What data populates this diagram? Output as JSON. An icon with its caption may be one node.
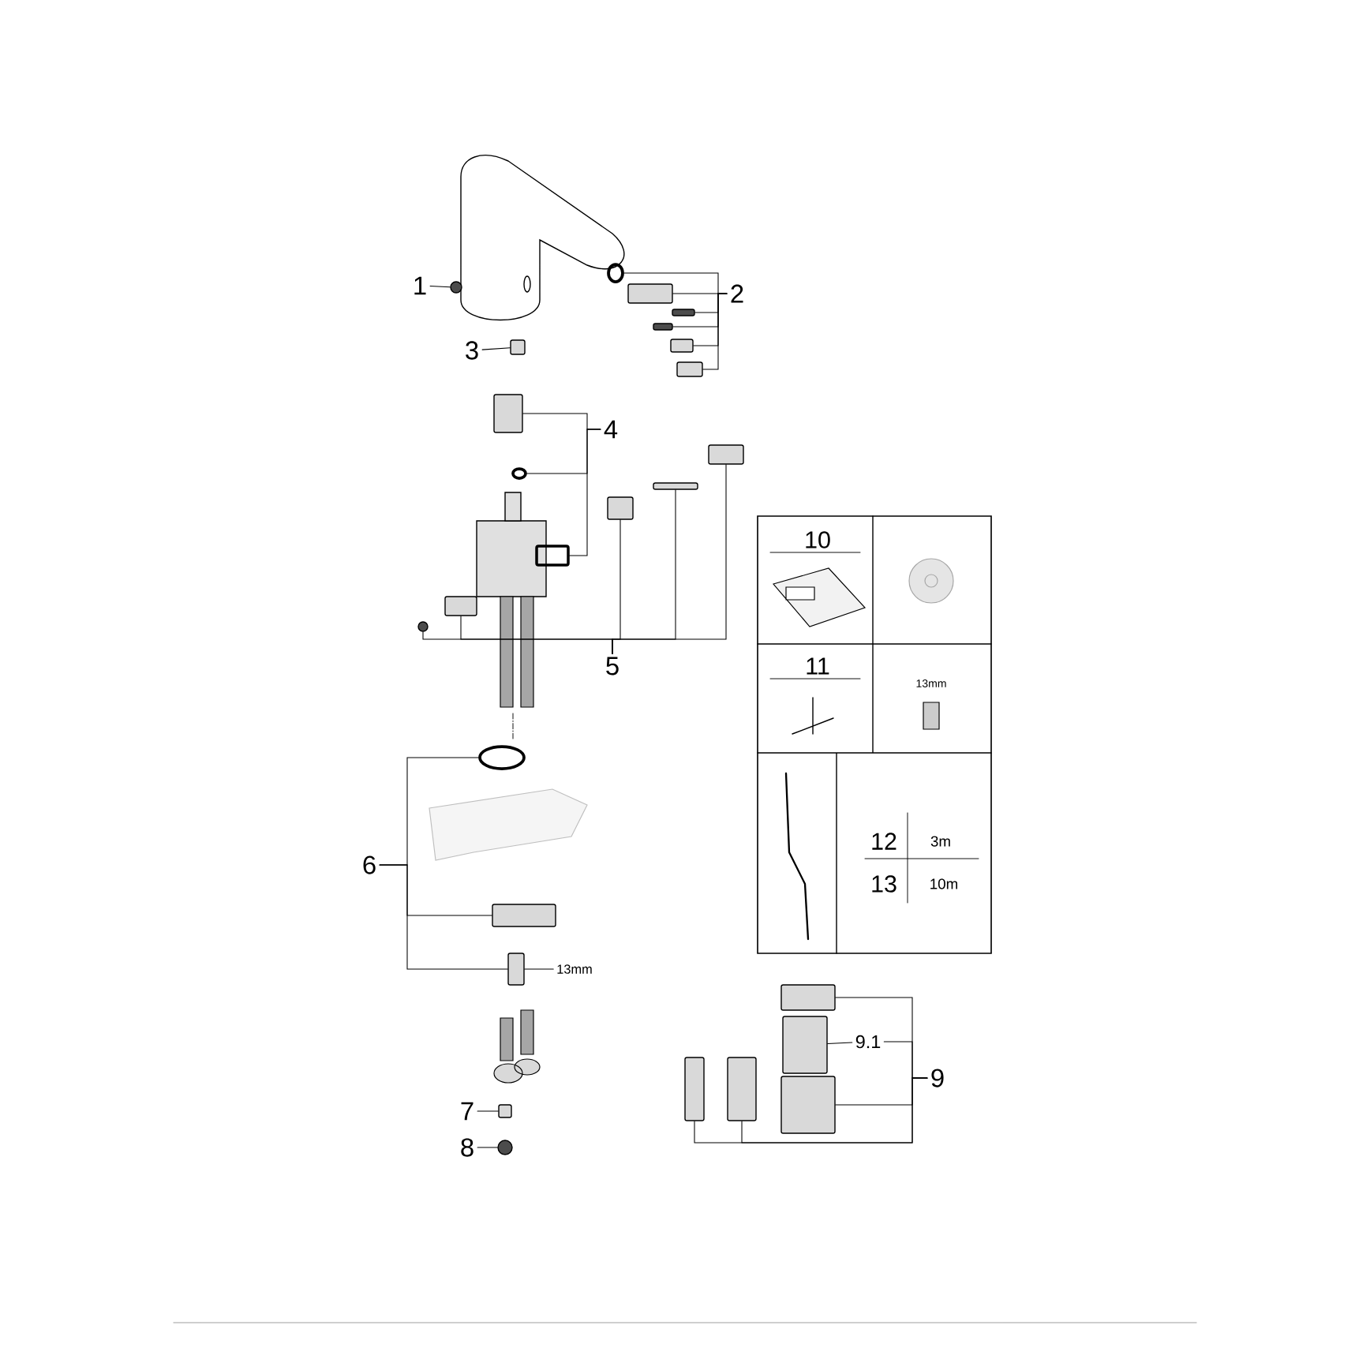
{
  "diagram": {
    "nodes": [
      {
        "text": [
          "1"
        ]
      },
      {
        "text": [],
        "shape": "circle"
      },
      {
        "text": [
          "2"
        ]
      },
      {
        "text": [],
        "shape": "circle"
      },
      {
        "text": [],
        "shape": "box"
      },
      {
        "text": [],
        "shape": "box"
      },
      {
        "text": [],
        "shape": "box"
      },
      {
        "text": [],
        "shape": "box"
      },
      {
        "text": [],
        "shape": "box"
      },
      {
        "text": [
          "3"
        ]
      },
      {
        "text": [],
        "shape": "box"
      },
      {
        "text": [
          "4"
        ]
      },
      {
        "text": [],
        "shape": "box"
      },
      {
        "text": [],
        "shape": "circle"
      },
      {
        "text": [],
        "shape": "box"
      },
      {
        "text": [
          "5"
        ]
      },
      {
        "text": [],
        "shape": "circle"
      },
      {
        "text": [],
        "shape": "box"
      },
      {
        "text": [],
        "shape": "box"
      },
      {
        "text": [],
        "shape": "box"
      },
      {
        "text": [],
        "shape": "box"
      },
      {
        "text": [
          "6"
        ]
      },
      {
        "text": [],
        "shape": "circle"
      },
      {
        "text": [],
        "shape": "box"
      },
      {
        "text": [],
        "shape": "box"
      },
      {
        "text": [
          "13mm"
        ]
      },
      {
        "text": [
          "7"
        ]
      },
      {
        "text": [],
        "shape": "box"
      },
      {
        "text": [
          "8"
        ]
      },
      {
        "text": [],
        "shape": "circle"
      },
      {
        "text": [
          "9"
        ]
      },
      {
        "text": [],
        "shape": "box"
      },
      {
        "text": [],
        "shape": "box"
      },
      {
        "text": [],
        "shape": "box"
      },
      {
        "text": [],
        "shape": "box"
      },
      {
        "text": [],
        "shape": "box"
      },
      {
        "text": [
          "9.1"
        ]
      }
    ],
    "edges": [
      {
        "from": 0,
        "to": 1,
        "arrow": "none"
      },
      {
        "from": 2,
        "to": 3,
        "arrow": "none"
      },
      {
        "from": 2,
        "to": 4,
        "arrow": "none"
      },
      {
        "from": 2,
        "to": 5,
        "arrow": "none"
      },
      {
        "from": 2,
        "to": 6,
        "arrow": "none"
      },
      {
        "from": 2,
        "to": 7,
        "arrow": "none"
      },
      {
        "from": 2,
        "to": 8,
        "arrow": "none"
      },
      {
        "from": 9,
        "to": 10,
        "arrow": "none"
      },
      {
        "from": 11,
        "to": 12,
        "arrow": "none"
      },
      {
        "from": 11,
        "to": 13,
        "arrow": "none"
      },
      {
        "from": 11,
        "to": 14,
        "arrow": "none"
      },
      {
        "from": 15,
        "to": 16,
        "arrow": "none"
      },
      {
        "from": 15,
        "to": 17,
        "arrow": "none"
      },
      {
        "from": 15,
        "to": 18,
        "arrow": "none"
      },
      {
        "from": 15,
        "to": 19,
        "arrow": "none"
      },
      {
        "from": 15,
        "to": 20,
        "arrow": "none"
      },
      {
        "from": 21,
        "to": 22,
        "arrow": "none"
      },
      {
        "from": 21,
        "to": 23,
        "arrow": "none"
      },
      {
        "from": 21,
        "to": 24,
        "arrow": "none"
      },
      {
        "from": 25,
        "to": 24,
        "arrow": "none"
      },
      {
        "from": 26,
        "to": 27,
        "arrow": "none"
      },
      {
        "from": 28,
        "to": 29,
        "arrow": "none"
      },
      {
        "from": 30,
        "to": 31,
        "arrow": "none"
      },
      {
        "from": 30,
        "to": 36,
        "arrow": "none"
      },
      {
        "from": 30,
        "to": 33,
        "arrow": "none"
      },
      {
        "from": 30,
        "to": 34,
        "arrow": "none"
      },
      {
        "from": 30,
        "to": 35,
        "arrow": "none"
      },
      {
        "from": 36,
        "to": 32,
        "arrow": "none"
      }
    ],
    "labels": [
      "10",
      "11",
      "13mm",
      "12",
      "3m",
      "13",
      "10m"
    ]
  }
}
